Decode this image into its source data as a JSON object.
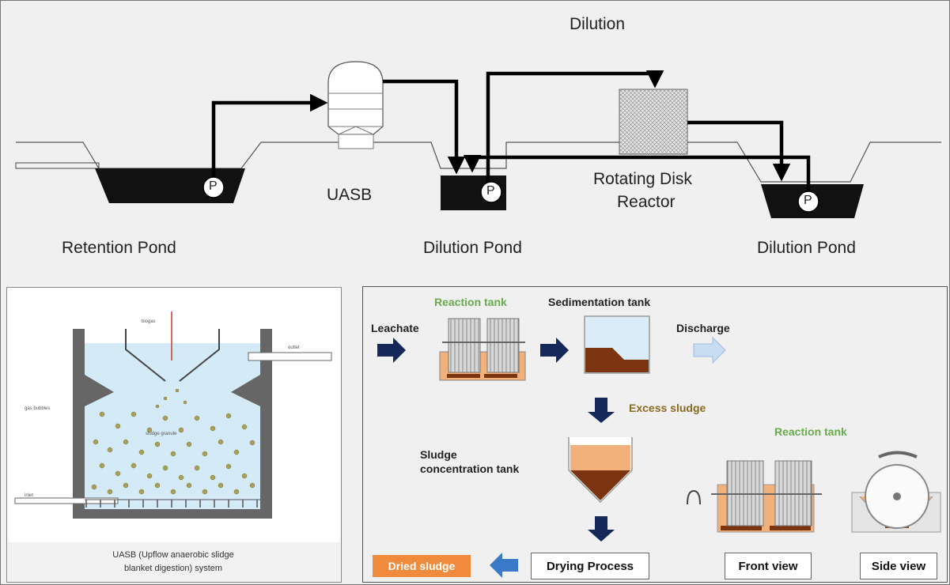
{
  "top_diagram": {
    "dilution_label": "Dilution",
    "uasb_label": "UASB",
    "rdr_label_line1": "Rotating Disk",
    "rdr_label_line2": "Reactor",
    "retention_pond": "Retention Pond",
    "dilution_pond_1": "Dilution Pond",
    "dilution_pond_2": "Dilution Pond",
    "pump_symbol": "P"
  },
  "uasb_panel": {
    "biogas_label": "biogas",
    "outlet_label": "outlet",
    "gas_label": "gas bubbles",
    "granule_label": "sludge granule",
    "inlet_label": "inlet",
    "caption_line1": "UASB (Upflow anaerobic slidge",
    "caption_line2": "blanket digestion) system"
  },
  "process_panel": {
    "reaction_tank_title": "Reaction tank",
    "sedimentation_tank_title": "Sedimentation tank",
    "leachate_label": "Leachate",
    "discharge_label": "Discharge",
    "excess_sludge_label": "Excess sludge",
    "sludge_conc_line1": "Sludge",
    "sludge_conc_line2": "concentration tank",
    "reaction_tank_title_2": "Reaction tank",
    "dried_sludge": "Dried sludge",
    "drying_process": "Drying Process",
    "front_view": "Front view",
    "side_view": "Side view"
  },
  "colors": {
    "pond_fill": "#111111",
    "pipe": "#000000",
    "arrow_navy": "#14285a",
    "sludge_dark": "#7a3510",
    "sludge_light": "#f2b07a",
    "dried_sludge": "#f08a3c",
    "reaction_green": "#6aaa4e",
    "excess_brown": "#8a6a22"
  }
}
